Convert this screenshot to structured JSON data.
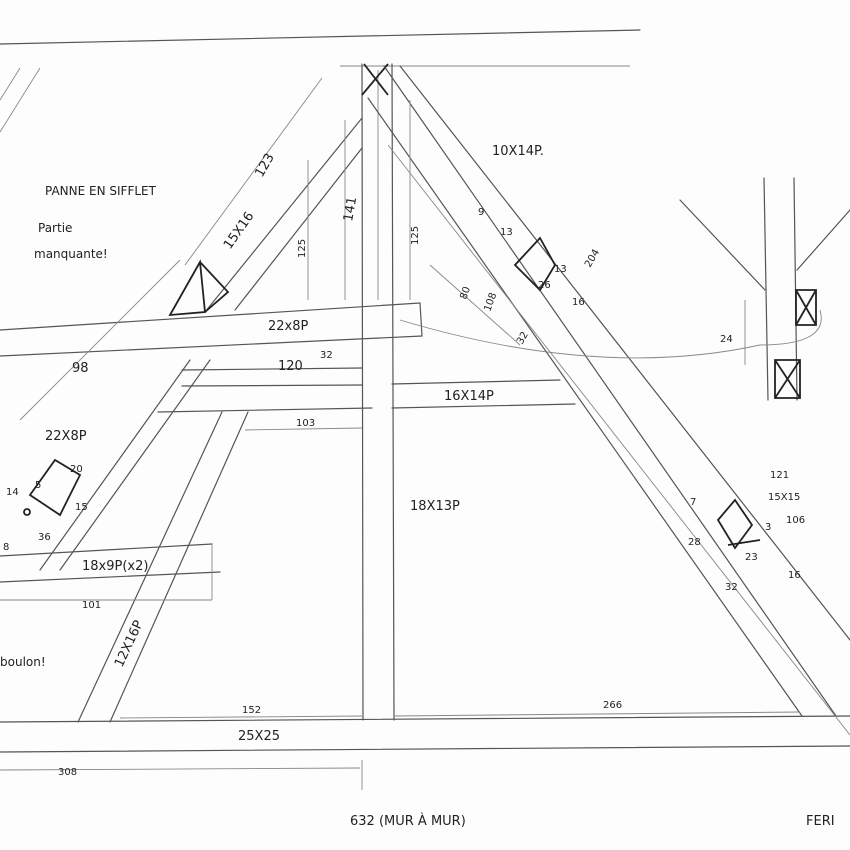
{
  "drawing": {
    "notes": {
      "panne": "PANNE EN SIFFLET",
      "partie_line1": "Partie",
      "partie_line2": "manquante!",
      "boulon": "boulon!",
      "mur": "632 (MUR À MUR)",
      "ferme": "FERI"
    },
    "sections": {
      "s15x16": "15X16",
      "s22x8_tie": "22x8P",
      "s22x8_left": "22X8P",
      "s10x14": "10X14P.",
      "s16x14": "16X14P",
      "s18x13": "18X13P",
      "s18x9": "18x9P(x2)",
      "s12x16": "12X16P",
      "s25x25": "25X25",
      "s15x15": "15X15"
    },
    "dimensions": {
      "d123": "123",
      "d125a": "125",
      "d141": "141",
      "d125b": "125",
      "d98": "98",
      "d120": "120",
      "d32a": "32",
      "d103": "103",
      "d14": "14",
      "d5": "5",
      "d20": "20",
      "d15": "15",
      "d36": "36",
      "d8": "8",
      "d101": "101",
      "d152": "152",
      "d266": "266",
      "d308": "308",
      "d9": "9",
      "d13a": "13",
      "d13b": "13",
      "d204": "204",
      "d26": "26",
      "d16a": "16",
      "d80": "80",
      "d108": "108",
      "d32b": "32",
      "d24": "24",
      "d121": "121",
      "d106": "106",
      "d3": "3",
      "d7": "7",
      "d28": "28",
      "d23": "23",
      "d32c": "32",
      "d16b": "16"
    }
  }
}
